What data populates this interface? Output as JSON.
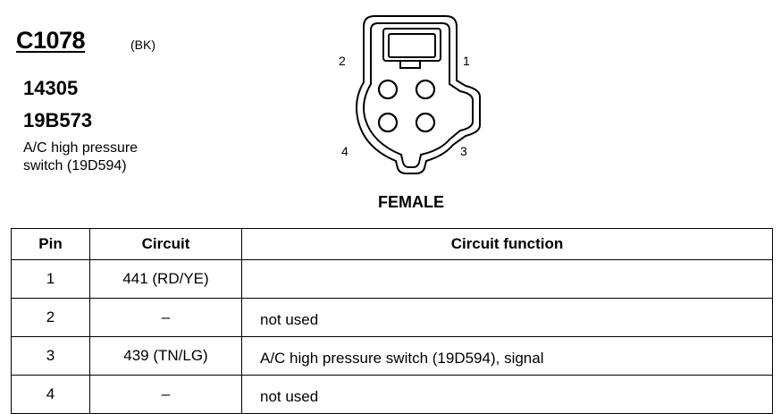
{
  "connector": {
    "id": "C1078",
    "color_code": "(BK)",
    "part_numbers": [
      "14305",
      "19B573"
    ],
    "description_lines": [
      "A/C high pressure",
      "switch (19D594)"
    ],
    "gender": "FEMALE",
    "pin_labels": {
      "p1": "1",
      "p2": "2",
      "p3": "3",
      "p4": "4"
    }
  },
  "table": {
    "headers": {
      "pin": "Pin",
      "circuit": "Circuit",
      "function": "Circuit function"
    },
    "rows": [
      {
        "pin": "1",
        "circuit": "441 (RD/YE)",
        "function": ""
      },
      {
        "pin": "2",
        "circuit": "–",
        "function": "not used"
      },
      {
        "pin": "3",
        "circuit": "439 (TN/LG)",
        "function": "A/C high pressure switch (19D594), signal"
      },
      {
        "pin": "4",
        "circuit": "–",
        "function": "not used"
      }
    ]
  }
}
